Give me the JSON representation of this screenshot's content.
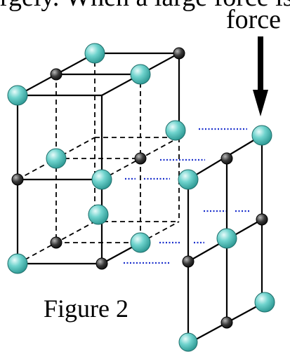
{
  "top_text": "rgely. When a large force is",
  "force_label": "force",
  "figure_label": "Figure 2",
  "colors": {
    "large_atom": "#5fc9c3",
    "small_atom": "#1a1a1a",
    "edge": "#000000",
    "bond_marks": "#1a2fcc"
  }
}
